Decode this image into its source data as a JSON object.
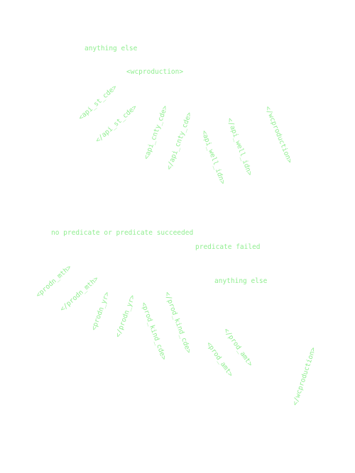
{
  "colors": {
    "label": "#90ee90",
    "background": "#ffffff"
  },
  "top_state": {
    "anything_else": "anything else",
    "wcproduction_open": "<wcproduction>",
    "api_st_cde_open": "<api_st_cde>",
    "api_st_cde_close": "</api_st_cde>",
    "api_cnty_cde_open": "<api_cnty_cde>",
    "api_cnty_cde_close": "</api_cnty_cde>",
    "api_well_idn_open": "<api_well_idn>",
    "api_well_idn_close": "</api_well_idn>",
    "wcproduction_close": "</wcproduction>"
  },
  "bottom_state": {
    "predicate_ok": "no predicate or predicate succeeded",
    "predicate_failed": "predicate failed",
    "anything_else": "anything else",
    "prodn_mth_open": "<prodn_mth>",
    "prodn_mth_close": "</prodn_mth>",
    "prodn_yr_open": "<prodn_yr>",
    "prodn_yr_close": "</prodn_yr>",
    "prod_kind_cde_open": "<prod_kind_cde>",
    "prod_kind_cde_close": "</prod_kind_cde>",
    "prod_amt_open": "<prod_amt>",
    "prod_amt_close": "</prod_amt>",
    "wcproduction_close": "</wcproduction>"
  }
}
